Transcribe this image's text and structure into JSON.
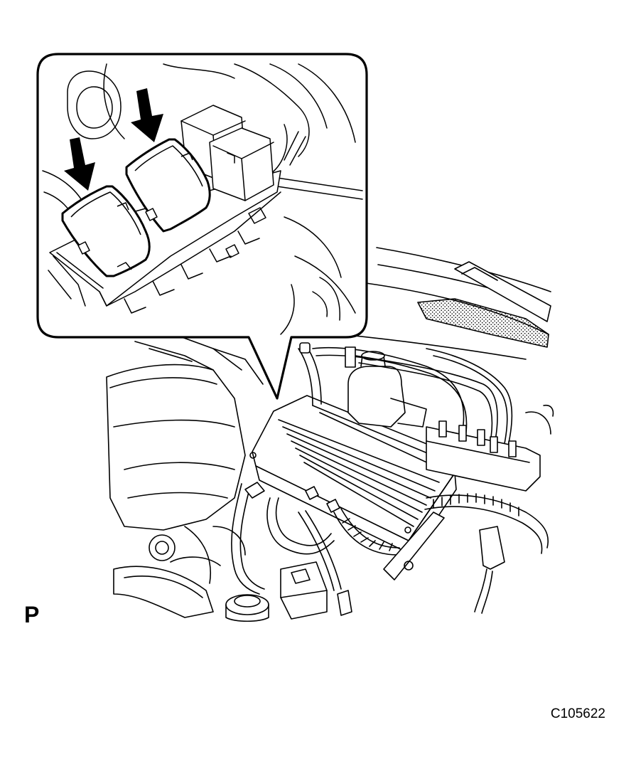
{
  "figure": {
    "side_letter": "P",
    "figure_code": "C105622"
  },
  "callout": {
    "arrow_count": 2
  },
  "colors": {
    "line": "#000000",
    "background": "#ffffff"
  }
}
